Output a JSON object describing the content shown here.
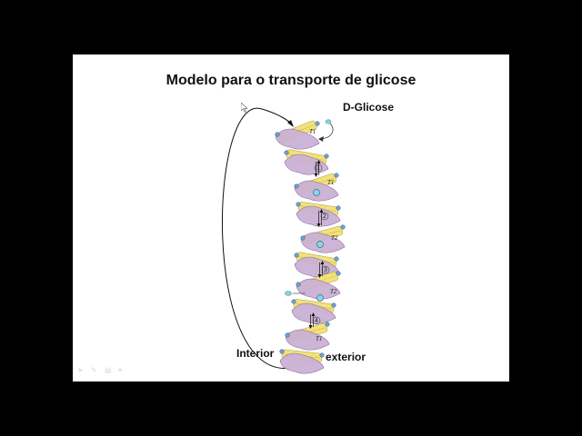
{
  "slide": {
    "title": "Modelo para o transporte de glicose",
    "labels": {
      "d_glicose": "D-Glicose",
      "interior": "Interior",
      "exterior": "exterior"
    },
    "steps": [
      "1",
      "2",
      "3",
      "4"
    ],
    "states": [
      "T1",
      "T1",
      "T2",
      "T2",
      "T1"
    ]
  },
  "colors": {
    "background": "#000000",
    "slide": "#ffffff",
    "protein": "#c9b1d4",
    "helix": "#f2e27a",
    "lipid_head": "#6f9fcf",
    "glucose": "#8fd3e0"
  },
  "icons": [
    "pointer-icon",
    "pen-icon",
    "slides-icon",
    "menu-icon"
  ]
}
